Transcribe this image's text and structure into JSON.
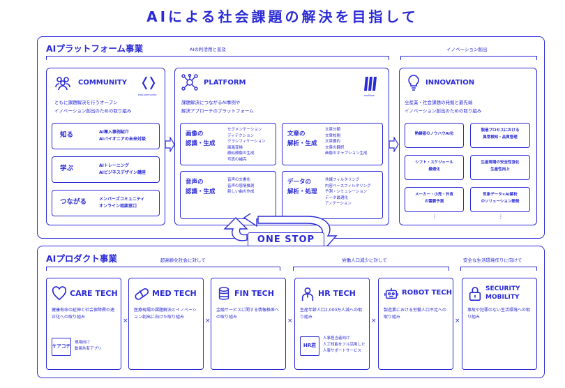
{
  "title": "AIによる社会課題の解決を目指して",
  "platform_section": {
    "title": "AIプラットフォーム事業",
    "label_utilization": "AIの利活用と普及",
    "label_innovation": "イノベーション創出",
    "community": {
      "title": "COMMUNITY",
      "logo_caption": "exaCommunity",
      "desc_line1": "ともに課題解決を行うオープン",
      "desc_line2": "イノベーション創出のための取り組み",
      "rows": [
        {
          "label": "知る",
          "items": [
            "AI導入事例紹介",
            "AIバイオニアの未来対談"
          ]
        },
        {
          "label": "学ぶ",
          "items": [
            "AIトレーニング",
            "AIビジネスデザイン講座"
          ]
        },
        {
          "label": "つながる",
          "items": [
            "メンバーズコミュニティ",
            "オンライン相談窓口"
          ]
        }
      ]
    },
    "platform": {
      "title": "PLATFORM",
      "logo_caption": "exaBase",
      "desc_line1": "課題解決につながるAI事例や",
      "desc_line2": "解決アプローチのプラットフォーム",
      "cells": [
        {
          "title_line1": "画像の",
          "title_line2": "認識・生成",
          "items": [
            "セグメンテーション",
            "ディテクション",
            "クラシフィケーション",
            "画風変換",
            "顔似顔像の生成",
            "写真の補完"
          ]
        },
        {
          "title_line1": "文章の",
          "title_line2": "解析・生成",
          "items": [
            "文章分類",
            "文章校閲",
            "文章要約",
            "文章の翻訳",
            "画像のキャプション生成"
          ]
        },
        {
          "title_line1": "音声の",
          "title_line2": "認識・生成",
          "items": [
            "音声の文書化",
            "音声の感情推測",
            "新しい曲の作成"
          ]
        },
        {
          "title_line1": "データの",
          "title_line2": "解析・処理",
          "items": [
            "共謀フィルタリング",
            "内容ベースフィルタリング",
            "予測・シミュレーション",
            "データ最適化",
            "アノテーション"
          ]
        }
      ]
    },
    "innovation": {
      "title": "INNOVATION",
      "desc_line1": "全産業・社会課題の発掘と最先端",
      "desc_line2": "イノベーション創出のための取り組み",
      "cells": [
        [
          "熟練者のノウハウAI化"
        ],
        [
          "製造プロセスにおける",
          "異常検知・品質管理"
        ],
        [
          "シフト・スケジュール",
          "最適化"
        ],
        [
          "生産現場の安全性強化",
          "生産性向上"
        ],
        [
          "メーカー・小売・外食",
          "の需要予測"
        ],
        [
          "気象データ×AI解析",
          "のソリューション開発"
        ]
      ],
      "more1": "⋮",
      "more2": "⋮"
    }
  },
  "one_stop": "ONE STOP",
  "product_section": {
    "title": "AIプロダクト事業",
    "label_aging": "超高齢化社会に対して",
    "label_population": "労働人口減少に対して",
    "label_safety": "安全な生活環境作りに向けて",
    "products": [
      {
        "title": "CARE TECH",
        "desc": "健康寿命の延伸と社会保障費の適正化への取り組み",
        "badge": "ケアコチ",
        "badge_desc_line1": "現場向け",
        "badge_desc_line2": "動画共有アプリ"
      },
      {
        "title": "MED TECH",
        "desc": "医療現場の課題解決とイノベーション創出に向けた取り組み"
      },
      {
        "title": "FIN TECH",
        "desc": "金融サービスに関する情報格差への取り組み"
      },
      {
        "title": "HR TECH",
        "desc": "生産年齢人口2,000万人減への取り組み",
        "badge": "HR君",
        "badge_desc_line1": "人事担当者向け",
        "badge_desc_line2": "人工知能をフル活用した",
        "badge_desc_line3": "人事サポートサービス"
      },
      {
        "title": "ROBOT TECH",
        "desc": "製造業における労働人口不足への取り組み"
      },
      {
        "title_line1": "SECURITY",
        "title_line2": "MOBILITY",
        "desc": "事故や犯罪のない生活環境への取り組み"
      }
    ],
    "cross": "×"
  },
  "icons": {
    "community": "people-group-icon",
    "platform": "network-nodes-icon",
    "innovation": "lightbulb-icon",
    "care": "heart-icon",
    "med": "pill-icon",
    "fin": "coins-icon",
    "hr": "person-icon",
    "robot": "robot-icon",
    "security": "padlock-icon"
  },
  "colors": {
    "primary": "#2a2ad6"
  }
}
